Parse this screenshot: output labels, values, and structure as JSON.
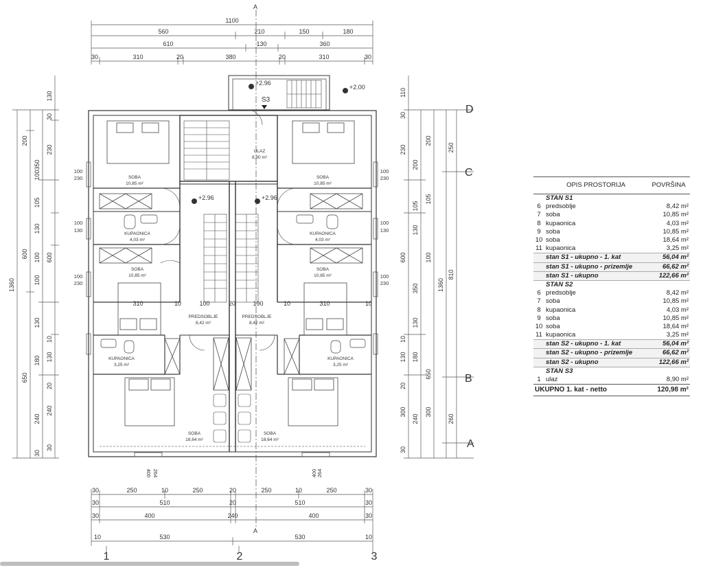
{
  "dims": {
    "top1": "1100",
    "top2": [
      "560",
      "210",
      "150",
      "180"
    ],
    "top3": [
      "610",
      "130",
      "360"
    ],
    "top4": [
      "30",
      "310",
      "20",
      "380",
      "20",
      "310",
      "30"
    ],
    "left_outer": "1360",
    "left_mid": [
      "650",
      "600",
      "200"
    ],
    "left_inner": [
      "30",
      "240",
      "180",
      "130",
      "100",
      "350",
      "100",
      "130",
      "105",
      "100",
      "105",
      "350",
      "100",
      "200",
      "230",
      "30",
      "130"
    ],
    "right_outer": "1360",
    "right_mid": [
      "260",
      "810",
      "250"
    ],
    "right_inner": [
      "300",
      "240",
      "180",
      "130",
      "350",
      "600",
      "100",
      "130",
      "105",
      "100",
      "230",
      "200",
      "110",
      "130"
    ],
    "bottom1": [
      "30",
      "250",
      "10",
      "250",
      "20",
      "250",
      "10",
      "250",
      "30"
    ],
    "bottom2": [
      "30",
      "510",
      "20",
      "510",
      "30"
    ],
    "bottom3": [
      "30",
      "400",
      "240",
      "400",
      "30"
    ],
    "bottom4": [
      "10",
      "530",
      "530",
      "10"
    ],
    "inner_310": "310",
    "inner_10": "10",
    "inner_100": "100",
    "inner_20": "20",
    "inner_190": "190",
    "win_100": "100",
    "win_230": "230",
    "win_130": "130",
    "win_400": "400",
    "win_264": "264"
  },
  "axes": {
    "letters": [
      "D",
      "C",
      "B",
      "A"
    ],
    "numbers": [
      "1",
      "2",
      "3"
    ],
    "section": "A"
  },
  "levels": {
    "l1": "+2.96",
    "l2": "+2.00",
    "l3": "+2.96",
    "l4": "+2.96"
  },
  "rooms": {
    "s3": "S3",
    "ulaz": "ULAZ",
    "ulaz_area": "8,90 m²",
    "soba": "SOBA",
    "kup": "KUPAONICA",
    "pred": "PREDSOBLJE",
    "a1085": "10,85 m²",
    "a403": "4,03 m²",
    "a325": "3,25 m²",
    "a842": "8,42 m²",
    "a1864": "18,64 m²"
  },
  "table": {
    "col1": "OPIS PROSTORIJA",
    "col2": "POVRŠINA",
    "rows": [
      {
        "n": "",
        "name": "STAN S1",
        "v": "",
        "t": "grp"
      },
      {
        "n": "6",
        "name": "predsoblje",
        "v": "8,42 m²",
        "t": ""
      },
      {
        "n": "7",
        "name": "soba",
        "v": "10,85 m²",
        "t": ""
      },
      {
        "n": "8",
        "name": "kupaonica",
        "v": "4,03 m²",
        "t": ""
      },
      {
        "n": "9",
        "name": "soba",
        "v": "10,85 m²",
        "t": ""
      },
      {
        "n": "10",
        "name": "soba",
        "v": "18,64 m²",
        "t": ""
      },
      {
        "n": "11",
        "name": "kupaonica",
        "v": "3,25 m²",
        "t": ""
      },
      {
        "n": "",
        "name": "stan S1 - ukupno - 1. kat",
        "v": "56,04 m²",
        "t": "sum"
      },
      {
        "n": "",
        "name": "stan S1 - ukupno - prizemlje",
        "v": "66,62 m²",
        "t": "sum"
      },
      {
        "n": "",
        "name": "stan S1 - ukupno",
        "v": "122,66 m²",
        "t": "sum"
      },
      {
        "n": "",
        "name": "STAN S2",
        "v": "",
        "t": "grp"
      },
      {
        "n": "6",
        "name": "predsoblje",
        "v": "8,42 m²",
        "t": ""
      },
      {
        "n": "7",
        "name": "soba",
        "v": "10,85 m²",
        "t": ""
      },
      {
        "n": "8",
        "name": "kupaonica",
        "v": "4,03 m²",
        "t": ""
      },
      {
        "n": "9",
        "name": "soba",
        "v": "10,85 m²",
        "t": ""
      },
      {
        "n": "10",
        "name": "soba",
        "v": "18,64 m²",
        "t": ""
      },
      {
        "n": "11",
        "name": "kupaonica",
        "v": "3,25 m²",
        "t": ""
      },
      {
        "n": "",
        "name": "stan S2 - ukupno - 1. kat",
        "v": "56,04 m²",
        "t": "sum"
      },
      {
        "n": "",
        "name": "stan S2 - ukupno - prizemlje",
        "v": "66,62 m²",
        "t": "sum"
      },
      {
        "n": "",
        "name": "stan S2 - ukupno",
        "v": "122,66 m²",
        "t": "sum"
      },
      {
        "n": "",
        "name": "STAN S3",
        "v": "",
        "t": "grp"
      },
      {
        "n": "1",
        "name": "ulaz",
        "v": "8,90 m²",
        "t": ""
      }
    ],
    "total_label": "UKUPNO 1. kat - netto",
    "total_value": "120,98 m²"
  }
}
